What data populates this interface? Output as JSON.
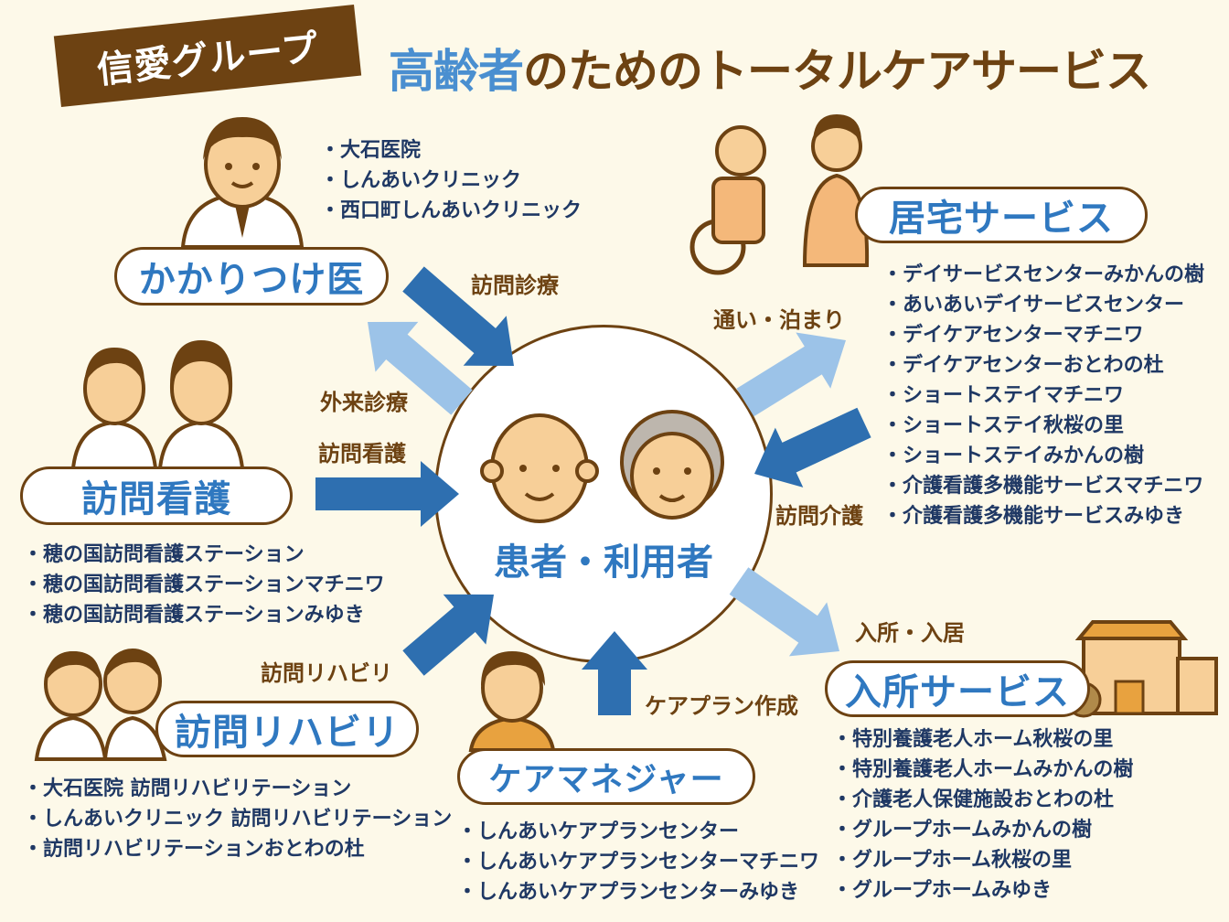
{
  "header": {
    "group": "信愛グループ",
    "title_highlight": "高齢者",
    "title_rest": "のためのトータルケアサービス"
  },
  "center": {
    "label": "患者・利用者"
  },
  "colors": {
    "brown": "#6d4212",
    "blue": "#2f78c0",
    "dark_arrow": "#2e6fb0",
    "light_arrow": "#9cc3e8",
    "navy": "#1f3864",
    "background": "#fdf9e9"
  },
  "sections": {
    "doctor": {
      "label": "かかりつけ医",
      "items": [
        "大石医院",
        "しんあいクリニック",
        "西口町しんあいクリニック"
      ]
    },
    "nursing": {
      "label": "訪問看護",
      "items": [
        "穂の国訪問看護ステーション",
        "穂の国訪問看護ステーションマチニワ",
        "穂の国訪問看護ステーションみゆき"
      ]
    },
    "rehab": {
      "label": "訪問リハビリ",
      "items": [
        "大石医院 訪問リハビリテーション",
        "しんあいクリニック 訪問リハビリテーション",
        "訪問リハビリテーションおとわの杜"
      ]
    },
    "caremanager": {
      "label": "ケアマネジャー",
      "items": [
        "しんあいケアプランセンター",
        "しんあいケアプランセンターマチニワ",
        "しんあいケアプランセンターみゆき"
      ]
    },
    "home": {
      "label": "居宅サービス",
      "items": [
        "デイサービスセンターみかんの樹",
        "あいあいデイサービスセンター",
        "デイケアセンターマチニワ",
        "デイケアセンターおとわの杜",
        "ショートステイマチニワ",
        "ショートステイ秋桜の里",
        "ショートステイみかんの樹",
        "介護看護多機能サービスマチニワ",
        "介護看護多機能サービスみゆき"
      ]
    },
    "facility": {
      "label": "入所サービス",
      "items": [
        "特別養護老人ホーム秋桜の里",
        "特別養護老人ホームみかんの樹",
        "介護老人保健施設おとわの杜",
        "グループホームみかんの樹",
        "グループホーム秋桜の里",
        "グループホームみゆき"
      ]
    }
  },
  "arrows": {
    "home_visit": "訪問診療",
    "outpatient": "外来診療",
    "visit_nursing": "訪問看護",
    "visit_rehab": "訪問リハビリ",
    "care_plan": "ケアプラン作成",
    "day_stay": "通い・泊まり",
    "visit_care": "訪問介護",
    "admission": "入所・入居"
  }
}
